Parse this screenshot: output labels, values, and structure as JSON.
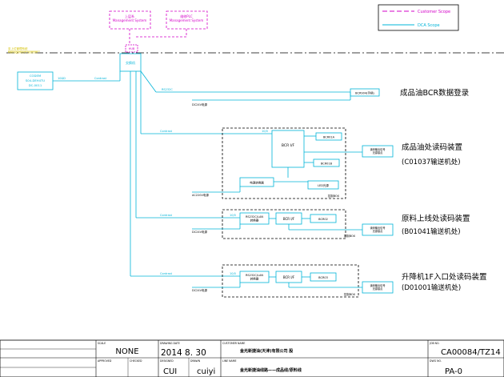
{
  "legend": {
    "customer_scope": "Customer Scope",
    "dca_scope": "DCA Scope"
  },
  "top_boxes": {
    "upper": "上层系\nManagement System",
    "plc": "维修PLC\nManagement System"
  },
  "hub": {
    "label": "HUB",
    "switch": "交换机"
  },
  "left_note": "至上位管理系统\nManagement System",
  "left_device": {
    "line1": "CODEM",
    "line2": "S04-DEH4TU",
    "line3": "DC-0011",
    "link": "10ΩD",
    "link_label": "Contrast"
  },
  "rows": [
    {
      "bus_label": "RS232C",
      "power": "DC24V电源",
      "device": "BCR904(手柄)",
      "title": "成品油BCR数据登录",
      "subtitle": ""
    },
    {
      "bus_label": "Contrast",
      "port": "10/0",
      "controller": "BCR I/F",
      "reader1": "BCR01A",
      "reader2": "BCR01B",
      "converter": "电源转换器",
      "lights": "LED光源",
      "power": "AC220V电源",
      "output": "读码输出信号\n无源接点",
      "box_label": "控制BOX",
      "title": "成品油处读码装置",
      "subtitle": "(C01037输送机处)"
    },
    {
      "bus_label": "Contrast",
      "port": "10/0",
      "converter": "RS232C/LAN\n转换器",
      "controller": "BCR I/F",
      "reader": "BCR02",
      "power": "DC24V电源",
      "output": "读码输出信号\n无源接点",
      "box_label": "控制BOX",
      "title": "原料上线处读码装置",
      "subtitle": "(B01041输送机处)"
    },
    {
      "bus_label": "Contrast",
      "port": "10/0",
      "converter": "RS232C/LAN\n转换器",
      "controller": "BCR I/F",
      "reader": "BCR03",
      "power": "DC24V电源",
      "output": "读码输出信号\n无源接点",
      "box_label": "控制BOX",
      "title": "升降机1F入口处读码装置",
      "subtitle": "(D01001输送机处)"
    }
  ],
  "title_block": {
    "scale_label": "SCALE",
    "scale": "NONE",
    "date_label": "DRAWING DATE",
    "date": "2014  8. 30",
    "customer_label": "CUSTOMER NAME",
    "customer": "金光新捷油(天津)有限公司 股",
    "job_label": "JOB NO.",
    "job": "CA00084/TZ14",
    "approved_label": "APPROVED",
    "checked_label": "CHECKED",
    "designed_label": "DESIGNED",
    "designed": "CUI",
    "drawn_label": "DRAWN",
    "drawn": "cuiyi",
    "line_label": "LINE NAME",
    "line": "金光新捷油线路——成品线/原料线",
    "dwg_label": "DWG NO.",
    "dwg": "PA-0"
  }
}
